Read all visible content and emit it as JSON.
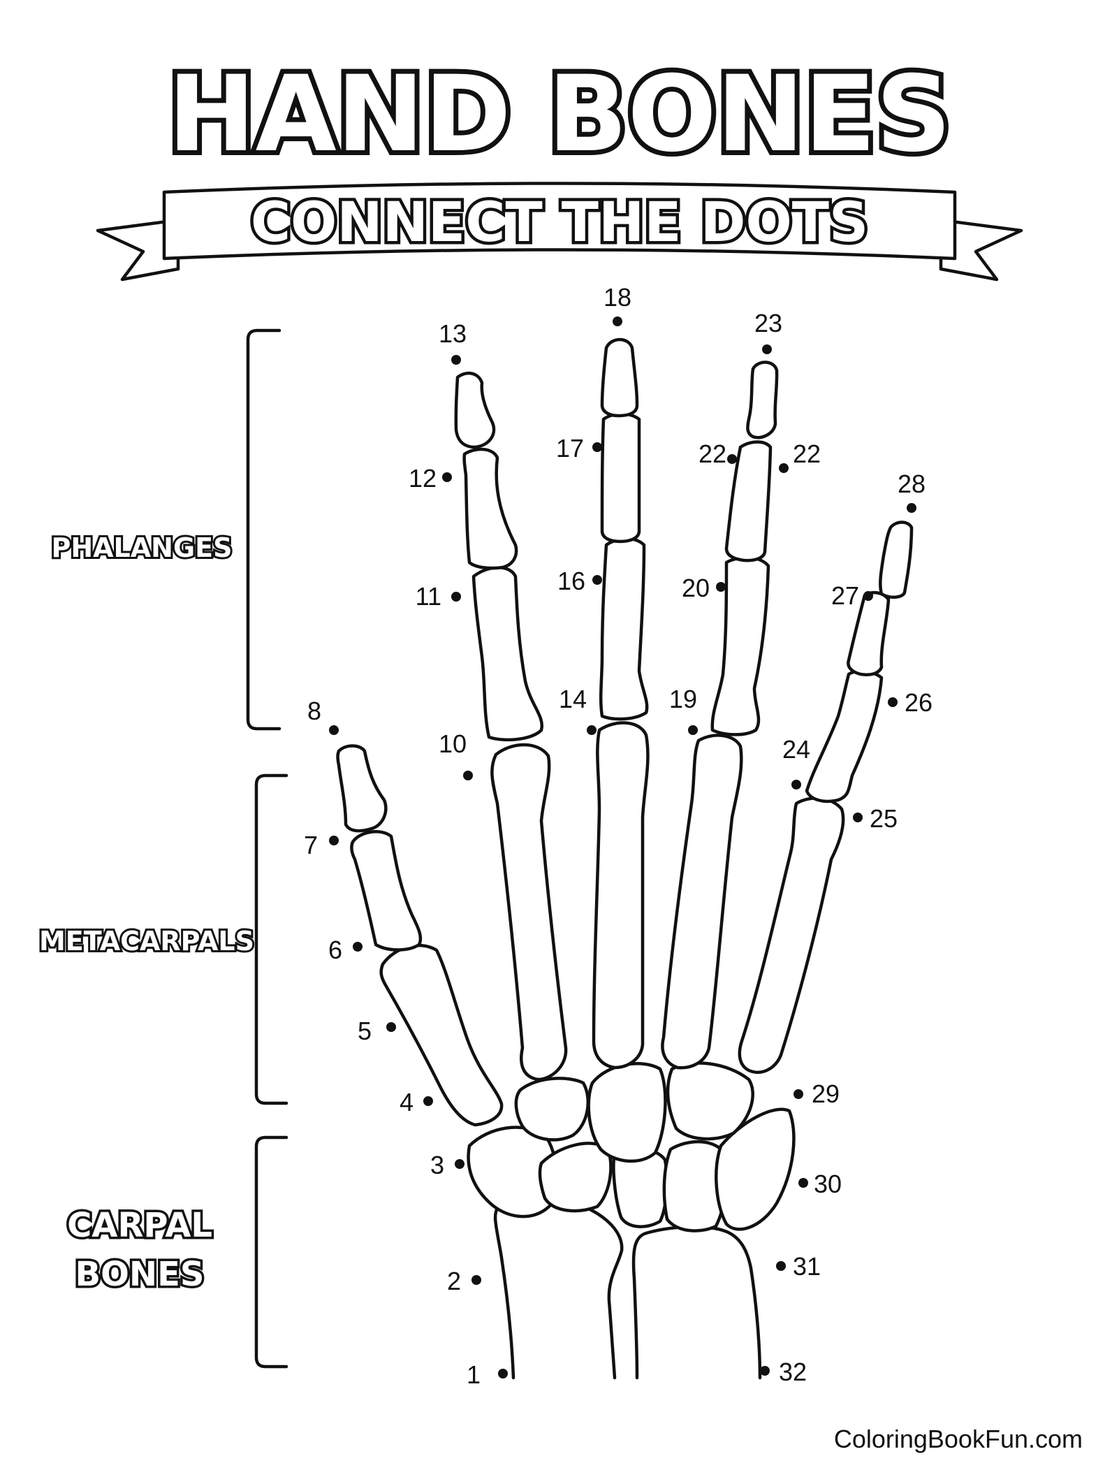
{
  "title": "HAND BONES",
  "subtitle": "CONNECT THE DOTS",
  "labels": {
    "phalanges": "PHALANGES",
    "metacarpals": "METACARPALS",
    "carpal_line1": "CARPAL",
    "carpal_line2": "BONES"
  },
  "dots": [
    {
      "label": "1"
    },
    {
      "label": "2"
    },
    {
      "label": "3"
    },
    {
      "label": "4"
    },
    {
      "label": "5"
    },
    {
      "label": "6"
    },
    {
      "label": "7"
    },
    {
      "label": "8"
    },
    {
      "label": "10"
    },
    {
      "label": "11"
    },
    {
      "label": "12"
    },
    {
      "label": "13"
    },
    {
      "label": "14"
    },
    {
      "label": "16"
    },
    {
      "label": "17"
    },
    {
      "label": "18"
    },
    {
      "label": "19"
    },
    {
      "label": "20"
    },
    {
      "label": "22"
    },
    {
      "label": "22"
    },
    {
      "label": "23"
    },
    {
      "label": "24"
    },
    {
      "label": "25"
    },
    {
      "label": "26"
    },
    {
      "label": "27"
    },
    {
      "label": "28"
    },
    {
      "label": "29"
    },
    {
      "label": "30"
    },
    {
      "label": "31"
    },
    {
      "label": "32"
    }
  ],
  "credit": "ColoringBookFun.com"
}
